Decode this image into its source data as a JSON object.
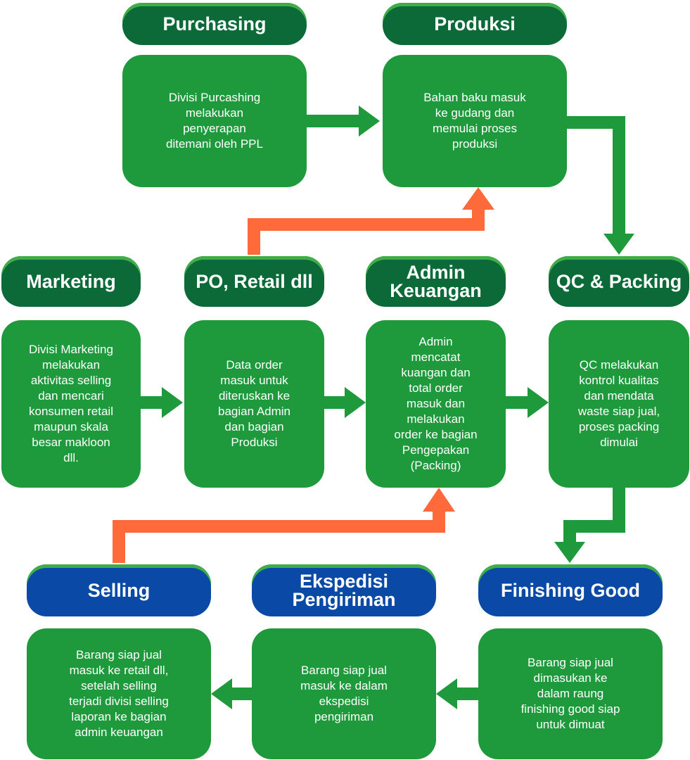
{
  "colors": {
    "header_green": "#0c6a38",
    "header_blue": "#0a4aa6",
    "box_green": "#1e9a3c",
    "arrow_green": "#1e9a3c",
    "arrow_orange": "#ff6a3a"
  },
  "stages": {
    "purchasing": {
      "title": "Purchasing",
      "text": "Divisi Purcashing\nmelakukan\npenyerapan\nditemani oleh PPL"
    },
    "produksi": {
      "title": "Produksi",
      "text": "Bahan baku masuk\nke gudang dan\nmemulai proses\nproduksi"
    },
    "marketing": {
      "title": "Marketing",
      "text": "Divisi Marketing\nmelakukan\naktivitas selling\ndan mencari\nkonsumen retail\nmaupun skala\nbesar makloon\ndll."
    },
    "po_retail": {
      "title": "PO, Retail dll",
      "text": "Data order\nmasuk untuk\nditeruskan ke\nbagian Admin\ndan bagian\nProduksi"
    },
    "admin_keuangan": {
      "title": "Admin\nKeuangan",
      "text": "Admin\nmencatat\nkuangan dan\ntotal order\nmasuk dan\nmelakukan\norder ke bagian\nPengepakan\n(Packing)"
    },
    "qc_packing": {
      "title": "QC & Packing",
      "text": "QC melakukan\nkontrol kualitas\ndan mendata\nwaste siap jual,\nproses packing\ndimulai"
    },
    "selling": {
      "title": "Selling",
      "text": "Barang siap jual\nmasuk ke retail dll,\nsetelah selling\nterjadi divisi selling\nlaporan ke bagian\nadmin keuangan"
    },
    "ekspedisi": {
      "title": "Ekspedisi\nPengiriman",
      "text": "Barang siap jual\nmasuk ke dalam\nekspedisi\npengiriman"
    },
    "finishing_good": {
      "title": "Finishing Good",
      "text": "Barang siap jual\ndimasukan ke\ndalam raung\nfinishing good siap\nuntuk dimuat"
    }
  }
}
